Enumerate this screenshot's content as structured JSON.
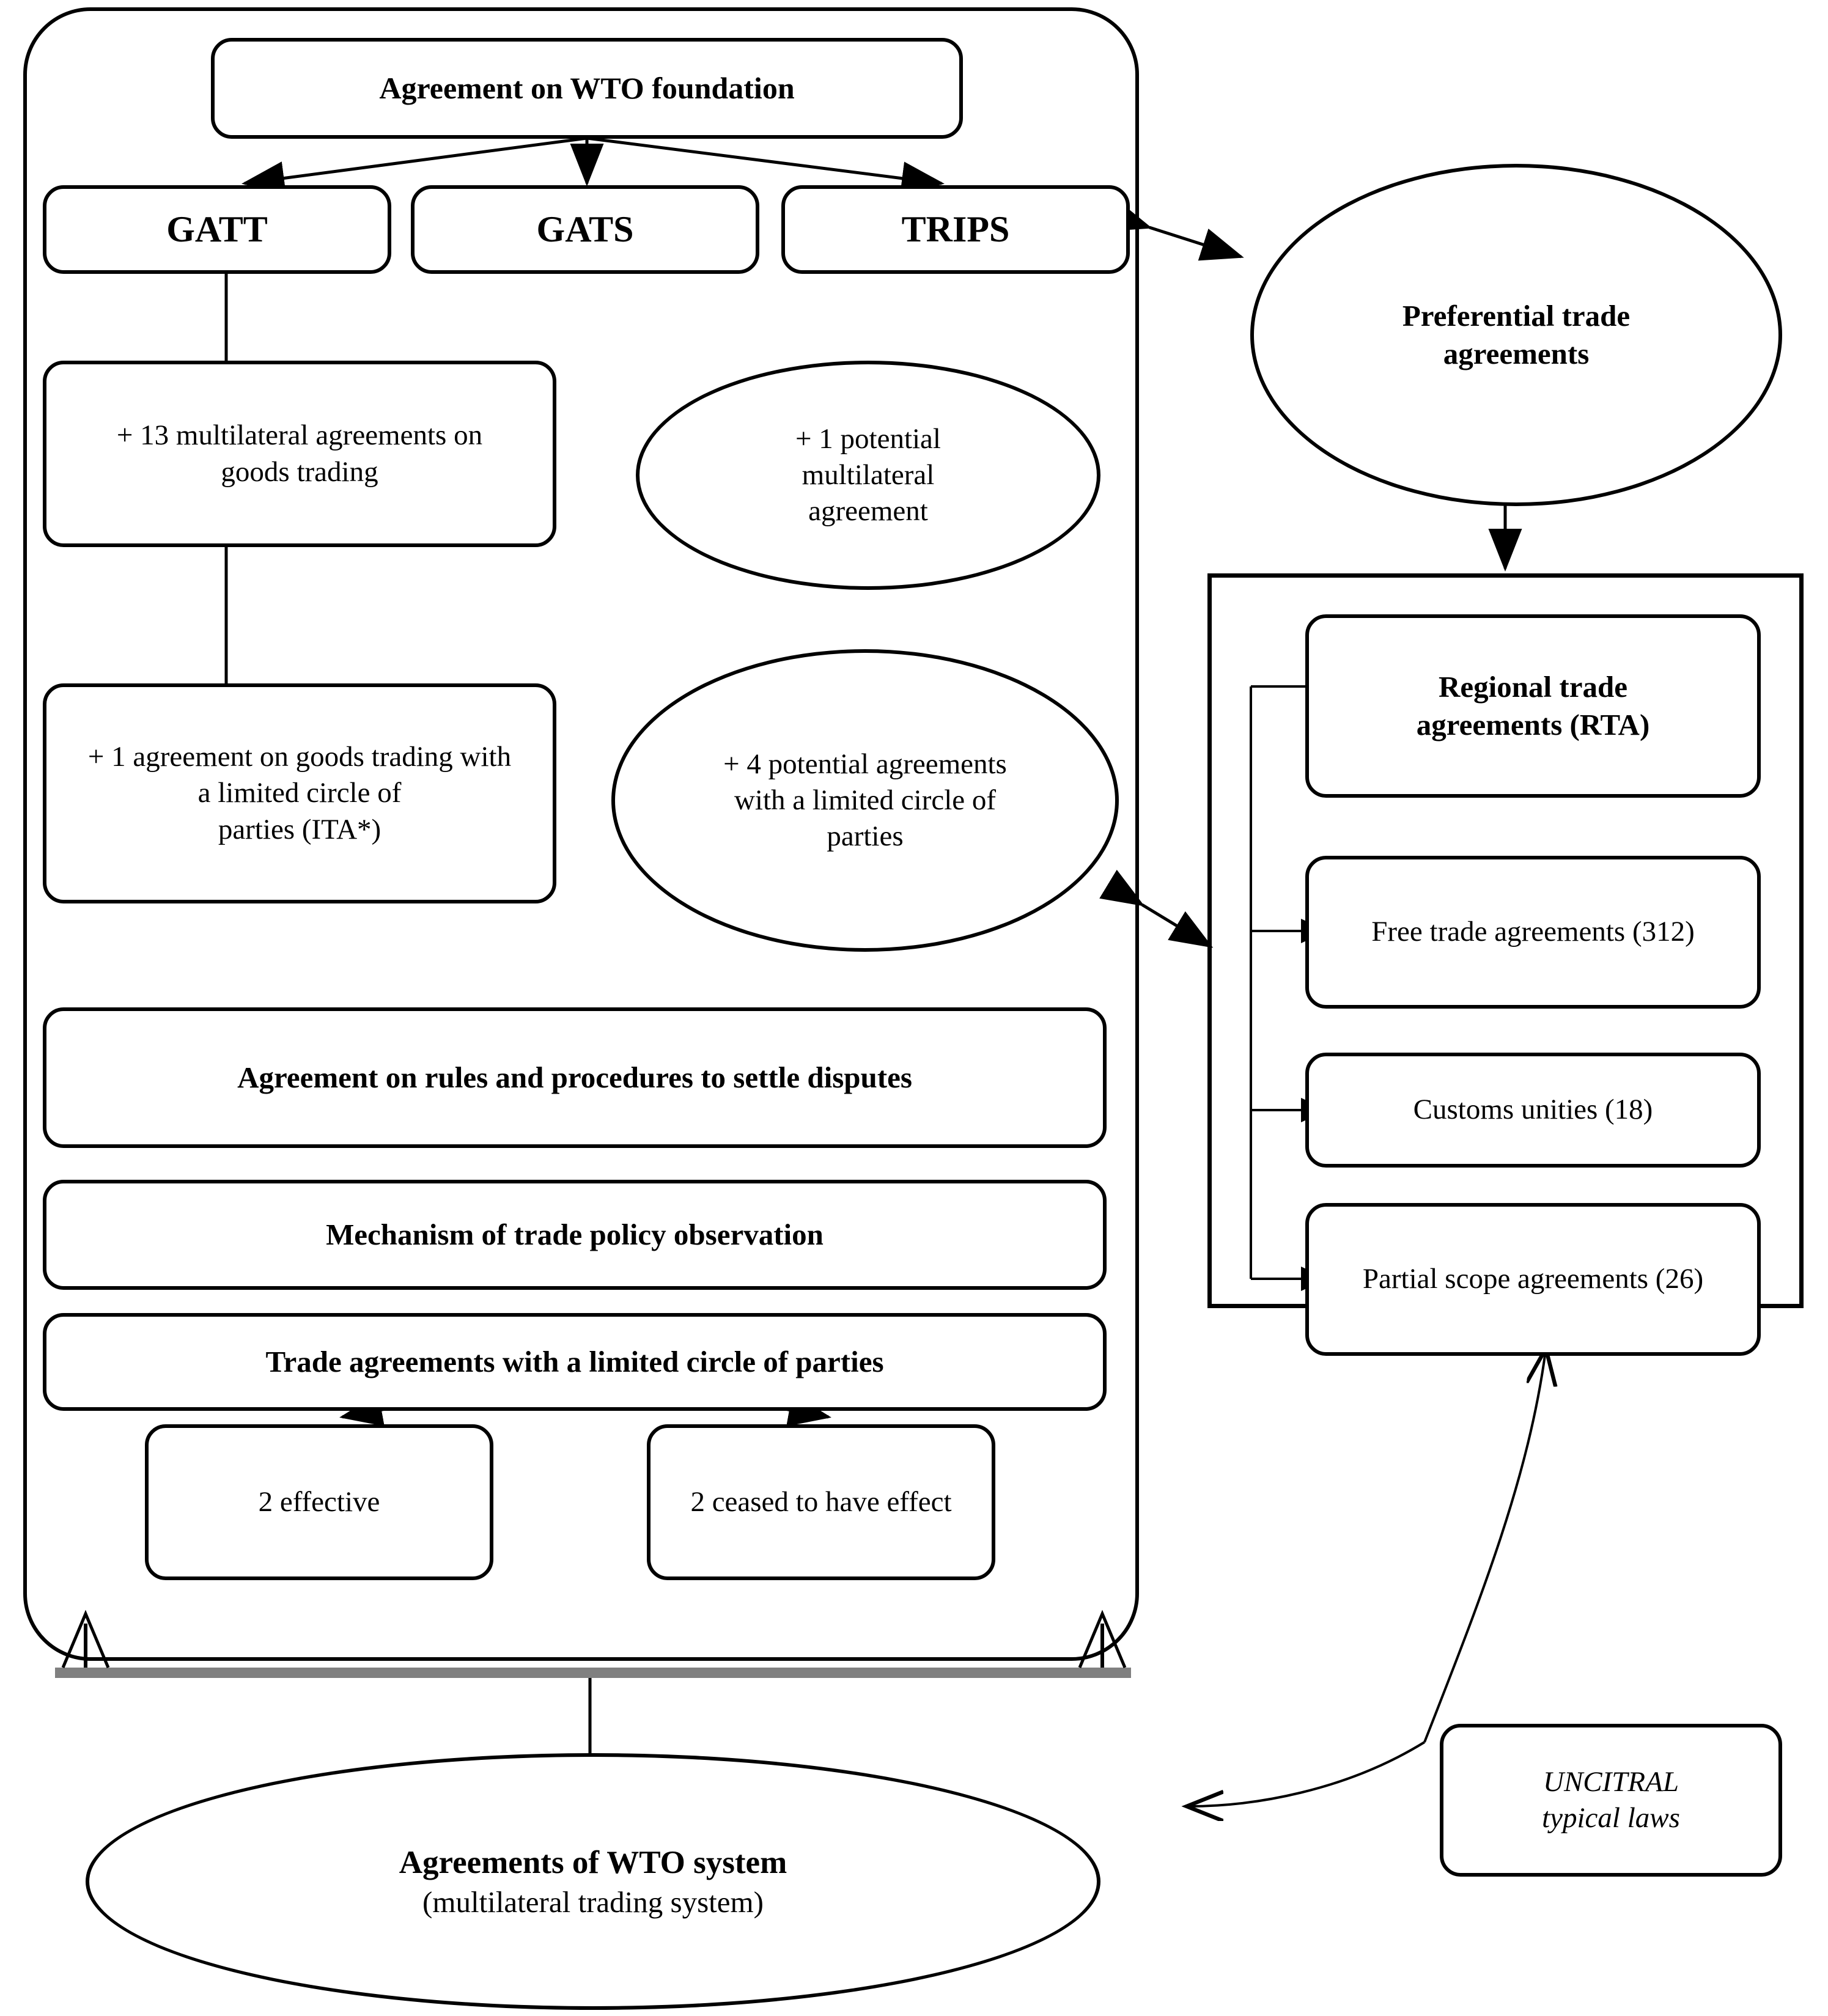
{
  "diagram": {
    "title": "Agreements of WTO system structure",
    "nodes": {
      "wto_foundation": "Agreement on WTO foundation",
      "gatt": "GATT",
      "gats": "GATS",
      "trips": "TRIPS",
      "multilateral_goods": "+ 13 multilateral agreements on goods trading",
      "potential_multilateral": "+ 1 potential multilateral agreement",
      "limited_goods_ita": "+ 1 agreement on goods trading with a limited circle of\nparties (ITA*)",
      "potential_limited": "+ 4 potential agreements with a limited circle of parties",
      "dispute_settlement": "Agreement on rules and procedures to settle disputes",
      "trade_policy_observation": "Mechanism of trade policy observation",
      "limited_circle_trade": "Trade agreements with a limited circle of parties",
      "effective": "2 effective",
      "ceased": "2 ceased  to have effect",
      "wto_system_line1": "Agreements of WTO system",
      "wto_system_line2": "(multilateral trading system)",
      "preferential": "Preferential trade agreements",
      "rta": "Regional trade agreements (RTA)",
      "free_trade": "Free trade agreements (312)",
      "customs_unities": "Customs unities (18)",
      "partial_scope": "Partial scope agreements (26)",
      "uncitral_line1": "UNCITRAL",
      "uncitral_line2": "typical laws"
    },
    "counts": {
      "multilateral_goods_agreements": 13,
      "potential_multilateral_agreements": 1,
      "limited_circle_goods_agreements": 1,
      "potential_limited_circle_agreements": 4,
      "limited_circle_effective": 2,
      "limited_circle_ceased": 2,
      "free_trade_agreements": 312,
      "customs_unities": 18,
      "partial_scope_agreements": 26
    },
    "colors": {
      "stroke": "#000000",
      "background": "#ffffff",
      "bracket_bar": "#808080"
    }
  }
}
